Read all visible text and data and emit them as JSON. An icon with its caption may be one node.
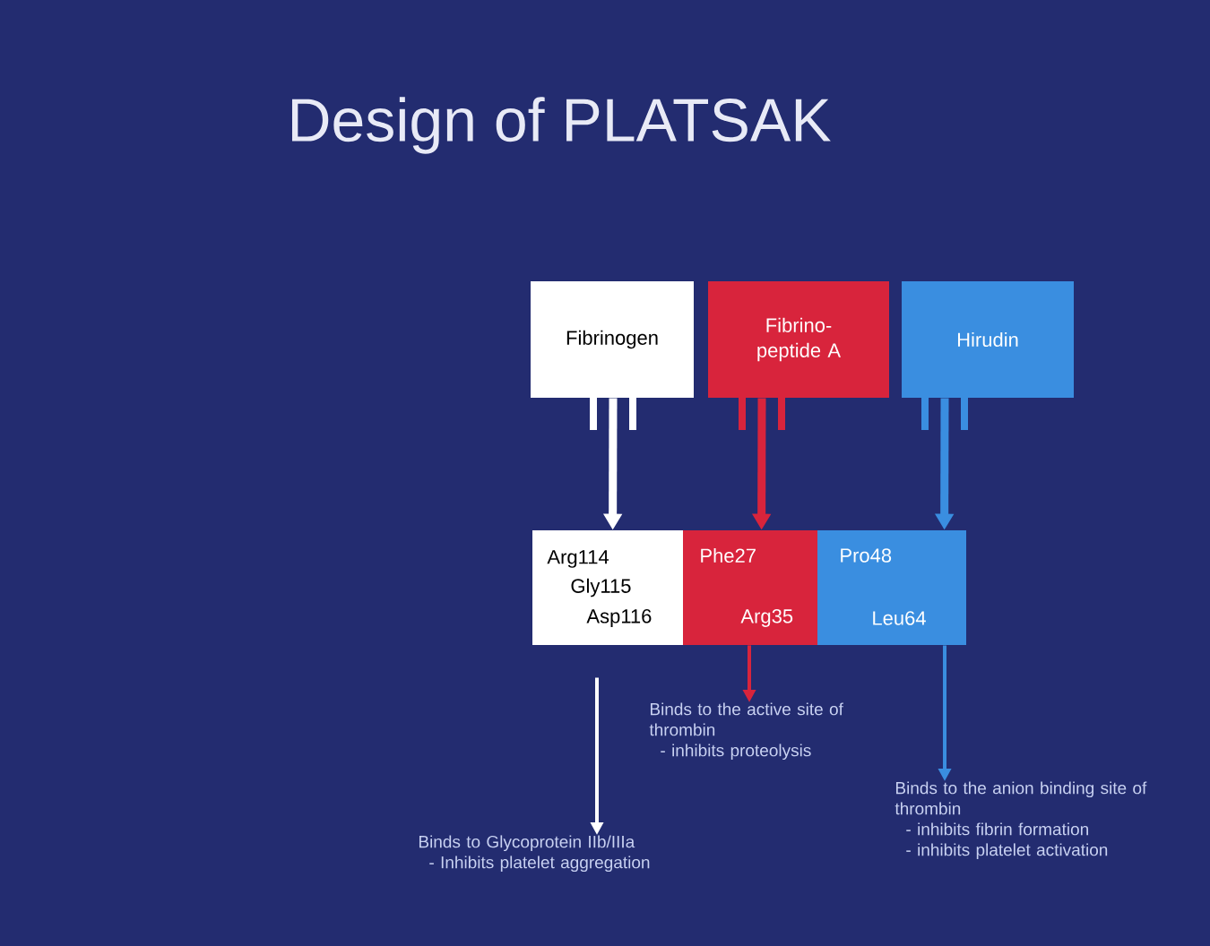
{
  "diagram": {
    "title": "Design of PLATSAK",
    "nodes": [
      {
        "text": [
          "Fibrinogen"
        ]
      },
      {
        "text": [
          "Fibrino- peptide A"
        ]
      },
      {
        "text": [
          "Hirudin"
        ]
      },
      {
        "text": [
          "Arg114",
          "Gly115",
          "Asp116"
        ]
      },
      {
        "text": [
          "Phe27",
          "Arg35"
        ]
      },
      {
        "text": [
          "Pro48",
          "Leu64"
        ]
      },
      {
        "text": [
          "Binds to Glycoprotein IIb/IIIa",
          "- Inhibits platelet  aggregation"
        ]
      },
      {
        "text": [
          "Binds to the active site of thrombin",
          "- inhibits proteolysis"
        ]
      },
      {
        "text": [
          "Binds to the anion binding site of thrombin",
          "- inhibits fibrin formation",
          "- inhibits platelet activation"
        ]
      }
    ],
    "edges": [
      {
        "from": 0,
        "to": 3,
        "arrow": "to",
        "style": "thick",
        "color": "#ffffff"
      },
      {
        "from": 1,
        "to": 4,
        "arrow": "to",
        "style": "thick",
        "color": "#d8243c"
      },
      {
        "from": 2,
        "to": 5,
        "arrow": "to",
        "style": "thick",
        "color": "#3a8ee0"
      },
      {
        "from": 3,
        "to": 6,
        "arrow": "to",
        "color": "#ffffff"
      },
      {
        "from": 4,
        "to": 7,
        "arrow": "to",
        "color": "#d8243c"
      },
      {
        "from": 5,
        "to": 8,
        "arrow": "to",
        "color": "#3a8ee0"
      }
    ]
  }
}
